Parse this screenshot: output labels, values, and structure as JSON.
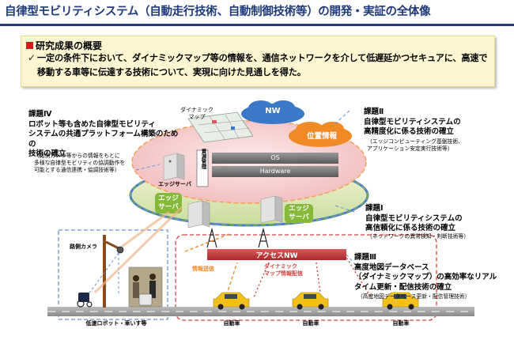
{
  "title": "自律型モビリティシステム（自動走行技術、自動制御技術等）の開発・実証の全体像",
  "summary": {
    "heading": "研究成果の概要",
    "text": "一定の条件下において、ダイナミックマップ等の情報を、通信ネットワークを介して低遅延かつセキュアに、高速で移動する車等に伝達する技術について、実現に向けた見通しを得た。"
  },
  "diagram": {
    "dynamic_map_label": "ダイナミック\nマップ",
    "nw_label": "NW",
    "position_info_label": "位置情報",
    "resource_mgmt_label": "資源管理",
    "os_label": "OS",
    "hardware_label": "Hardware",
    "edge_server_label": "エッジサーバ",
    "edge_server_left_label": "エッジ\nサーバ",
    "edge_server_right_label": "エッジ\nサーバ",
    "access_nw_label": "アクセスNW",
    "info_transmit_label": "情報送信",
    "dynamic_map_delivery_label": "ダイナミック\nマップ情報配信",
    "roadside_camera_label": "路側カメラ",
    "robot_wheelchair_label": "低速ロボット・車いす等",
    "car_labels": [
      "自動車",
      "自動車",
      "自動車"
    ]
  },
  "tasks": {
    "task4": {
      "title": "課題Ⅳ\nロボット等も含めた自律型モビリティ\nシステムの共通プラットフォーム構築のための\n技術の確立",
      "sub": "（路側カメラ等からの情報をもとに\n多様な自律型モビリティの協調動作を\n可能とする通信連携・協調技術等）"
    },
    "task2": {
      "title": "課題Ⅱ\n自律型モビリティシステムの\n高精度化に係る技術の確立",
      "sub": "（エッジコンピューティング基盤技術、\nアプリケーション安定実行技術等）"
    },
    "task1": {
      "title": "課題Ⅰ\n自律型モビリティシステムの\n高信頼化に係る技術の確立",
      "sub": "（ネットワークの異常検知・判断技術等）"
    },
    "task3": {
      "title": "課題Ⅲ\n高度地図データベース\n（ダイナミックマップ）の高効率なリアル\nタイム更新・配信技術の確立",
      "sub": "（高度地図データベース更新・配信管理技術）"
    }
  },
  "colors": {
    "title_blue": "#1f3a7a",
    "summary_bg": "#fdf6d2",
    "nw_blue": "#3a78c8",
    "position_orange": "#f08a24",
    "access_nw_red": "#c83a3a",
    "edge_green": "#7fb23a",
    "ellipse_pink": "#f4c6c6",
    "car_yellow": "#f2c019"
  }
}
